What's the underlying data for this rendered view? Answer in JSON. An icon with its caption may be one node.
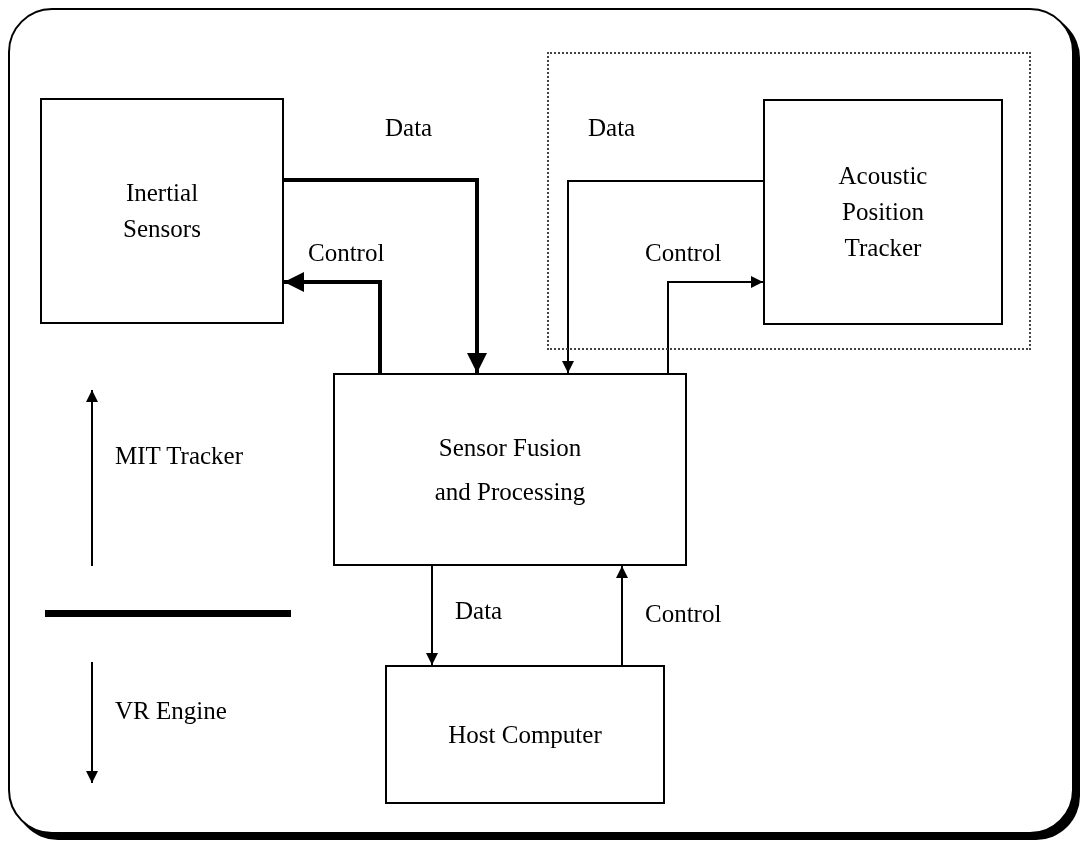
{
  "diagram": {
    "nodes": [
      {
        "text": [
          "Inertial Sensors"
        ]
      },
      {
        "text": [],
        "shape": "box"
      },
      {
        "text": [
          "Acoustic Position Tracker"
        ],
        "in": 1
      },
      {
        "text": [
          "Sensor Fusion and Processing"
        ]
      },
      {
        "text": [
          "Host Computer"
        ]
      }
    ],
    "edges": [
      {
        "from": 0,
        "to": 3,
        "arrow": "to",
        "label": "Data",
        "style": "thick"
      },
      {
        "from": 3,
        "to": 0,
        "arrow": "to",
        "label": "Control",
        "style": "thick"
      },
      {
        "from": 2,
        "to": 3,
        "arrow": "to",
        "label": "Data"
      },
      {
        "from": 3,
        "to": 2,
        "arrow": "to",
        "label": "Control"
      },
      {
        "from": 3,
        "to": 4,
        "arrow": "to",
        "label": "Data"
      },
      {
        "from": 4,
        "to": 3,
        "arrow": "to",
        "label": "Control"
      }
    ],
    "labels": [
      "MIT Tracker",
      "VR Engine"
    ]
  }
}
